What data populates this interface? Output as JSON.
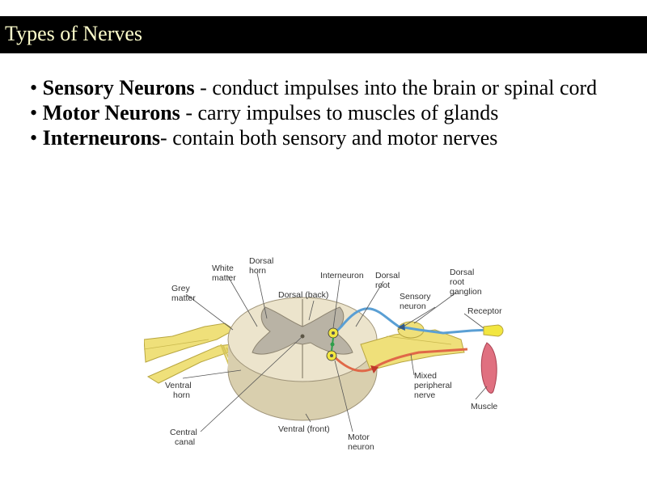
{
  "slide": {
    "title": "Types of Nerves",
    "bullets": [
      {
        "marker": "•",
        "term": "Sensory Neurons",
        "text": " - conduct impulses into the brain or spinal cord"
      },
      {
        "marker": "•",
        "term": "Motor Neurons",
        "text": " - carry impulses to muscles of glands"
      },
      {
        "marker": "•",
        "term": "Interneurons",
        "text": "- contain both sensory and motor nerves"
      }
    ]
  },
  "diagram": {
    "labels": {
      "white_matter": [
        "White",
        "matter"
      ],
      "dorsal_horn": [
        "Dorsal",
        "horn"
      ],
      "interneuron": "Interneuron",
      "dorsal_root": [
        "Dorsal",
        "root"
      ],
      "dorsal_root_ganglion": [
        "Dorsal",
        "root",
        "ganglion"
      ],
      "grey_matter": [
        "Grey",
        "matter"
      ],
      "dorsal_back": "Dorsal (back)",
      "sensory_neuron": [
        "Sensory",
        "neuron"
      ],
      "receptor": "Receptor",
      "ventral_horn": [
        "Ventral",
        "horn"
      ],
      "mixed_peripheral_nerve": [
        "Mixed",
        "peripheral",
        "nerve"
      ],
      "muscle": "Muscle",
      "central_canal": [
        "Central",
        "canal"
      ],
      "ventral_front": "Ventral (front)",
      "motor_neuron": [
        "Motor",
        "neuron"
      ]
    },
    "colors": {
      "nerve": "#efe07a",
      "nerve_stroke": "#b8a640",
      "cord": "#ece4cc",
      "grey_matter": "#b9b3a5",
      "sensory_path": "#5a9fd4",
      "motor_path": "#e06848",
      "muscle": "#e07080",
      "receptor": "#f2e640"
    }
  }
}
